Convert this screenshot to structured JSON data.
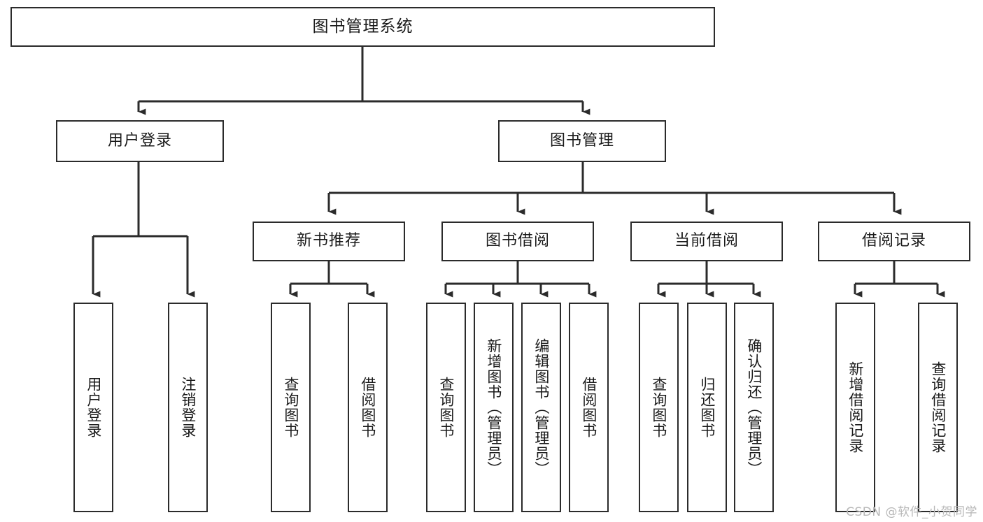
{
  "diagram": {
    "title": "图书管理系统",
    "type": "功能结构图",
    "watermark": "CSDN @软件_小贺同学",
    "colors": {
      "box_border": "#2b2b2b",
      "box_fill": "#ffffff",
      "connector": "#2b2b2b",
      "text": "#1a1a1a",
      "watermark": "#b8b8b8"
    },
    "nodes": {
      "root": {
        "label": "图书管理系统"
      },
      "level1": [
        {
          "id": "user-login",
          "label": "用户登录"
        },
        {
          "id": "book-manage",
          "label": "图书管理"
        }
      ],
      "level2": [
        {
          "id": "new-book-recommend",
          "label": "新书推荐"
        },
        {
          "id": "book-borrow",
          "label": "图书借阅"
        },
        {
          "id": "current-borrow",
          "label": "当前借阅"
        },
        {
          "id": "borrow-record",
          "label": "借阅记录"
        }
      ],
      "leaves": {
        "user-login": [
          {
            "id": "leaf-user-login",
            "label": "用户登录"
          },
          {
            "id": "leaf-logout-login",
            "label": "注销登录"
          }
        ],
        "new-book-recommend": [
          {
            "id": "leaf-query-book-1",
            "label": "查询图书"
          },
          {
            "id": "leaf-borrow-book-1",
            "label": "借阅图书"
          }
        ],
        "book-borrow": [
          {
            "id": "leaf-query-book-2",
            "label": "查询图书"
          },
          {
            "id": "leaf-add-book",
            "label": "新增图书（管理员）"
          },
          {
            "id": "leaf-edit-book",
            "label": "编辑图书（管理员）"
          },
          {
            "id": "leaf-borrow-book-2",
            "label": "借阅图书"
          }
        ],
        "current-borrow": [
          {
            "id": "leaf-query-book-3",
            "label": "查询图书"
          },
          {
            "id": "leaf-return-book",
            "label": "归还图书"
          },
          {
            "id": "leaf-confirm-return",
            "label": "确认归还（管理员）"
          }
        ],
        "borrow-record": [
          {
            "id": "leaf-add-record",
            "label": "新增借阅记录"
          },
          {
            "id": "leaf-query-record",
            "label": "查询借阅记录"
          }
        ]
      }
    }
  }
}
